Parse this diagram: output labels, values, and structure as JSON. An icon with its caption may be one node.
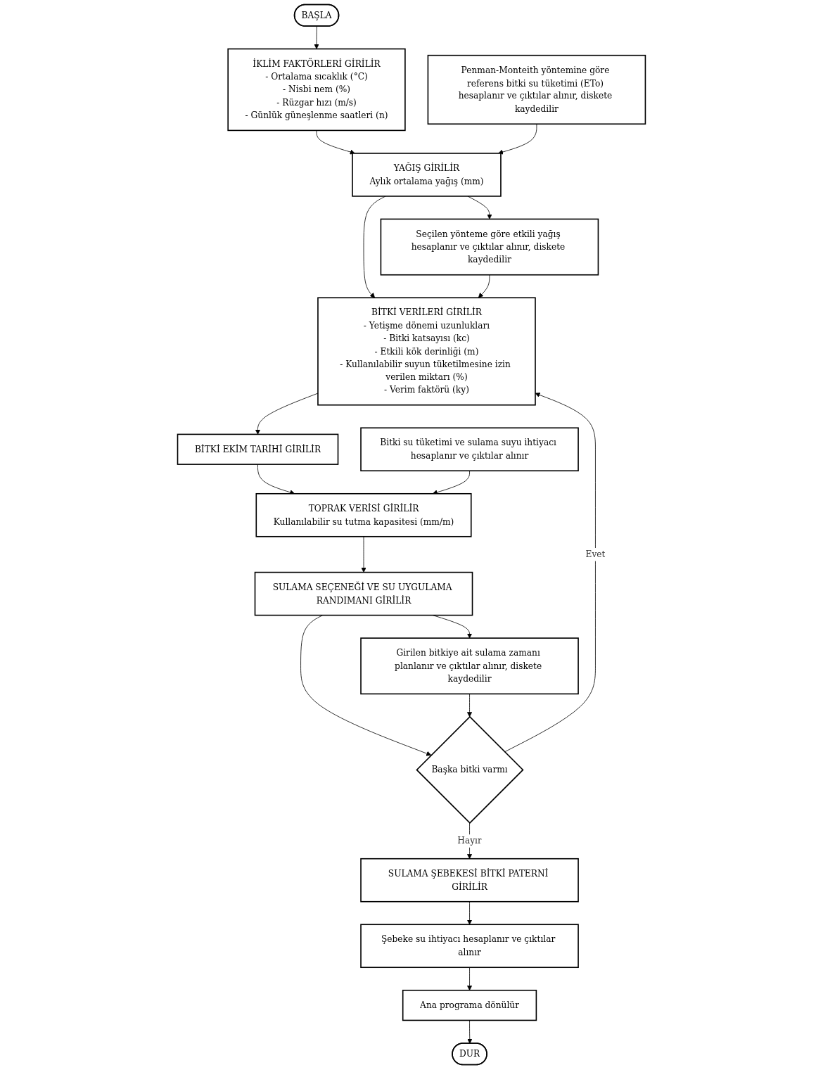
{
  "diagram": {
    "nodes": [
      {
        "text": [
          "BAŞLA"
        ]
      },
      {
        "text": [
          "İKLİM FAKTÖRLERİ GİRİLİR",
          "- Ortalama sıcaklık (°C)",
          "- Nisbi nem (%)",
          "- Rüzgar hızı (m/s)",
          "- Günlük güneşlenme saatleri (n)"
        ]
      },
      {
        "text": [
          "Penman-Monteith yöntemine göre referens bitki su tüketimi (ETo) hesaplanır ve çıktılar alınır, diskete kaydedilir"
        ]
      },
      {
        "text": [
          "YAĞIŞ GİRİLİR",
          "Aylık ortalama yağış (mm)"
        ]
      },
      {
        "text": [
          "Seçilen yönteme göre etkili yağış hesaplanır ve çıktılar alınır, diskete kaydedilir"
        ]
      },
      {
        "text": [
          "BİTKİ VERİLERİ GİRİLİR",
          "- Yetişme dönemi uzunlukları",
          "- Bitki katsayısı (kc)",
          "- Etkili kök derinliği (m)",
          "- Kullanılabilir suyun tüketilmesine izin verilen miktarı (%)",
          "- Verim faktörü (ky)"
        ]
      },
      {
        "text": [
          "BİTKİ EKİM TARİHİ GİRİLİR"
        ]
      },
      {
        "text": [
          "Bitki su tüketimi ve sulama suyu ihtiyacı hesaplanır ve çıktılar alınır"
        ]
      },
      {
        "text": [
          "TOPRAK VERİSİ GİRİLİR",
          "Kullanılabilir su tutma kapasitesi (mm/m)"
        ]
      },
      {
        "text": [
          "SULAMA SEÇENEĞİ VE SU UYGULAMA RANDIMANI GİRİLİR"
        ]
      },
      {
        "text": [
          "Girilen bitkiye ait sulama zamanı planlanır ve çıktılar alınır, diskete kaydedilir"
        ]
      },
      {
        "text": [
          "Başka bitki varmı"
        ]
      },
      {
        "text": [
          "SULAMA ŞEBEKESİ BİTKİ PATERNİ GİRİLİR"
        ]
      },
      {
        "text": [
          "Şebeke su ihtiyacı hesaplanır ve çıktılar alınır"
        ]
      },
      {
        "text": [
          "Ana programa dönülür"
        ]
      },
      {
        "text": [
          "DUR"
        ]
      }
    ],
    "edges": [
      {
        "from": 0,
        "to": 1,
        "arrow": "to"
      },
      {
        "from": 1,
        "to": 3,
        "arrow": "to"
      },
      {
        "from": 2,
        "to": 3,
        "arrow": "to"
      },
      {
        "from": 3,
        "to": 4,
        "arrow": "to"
      },
      {
        "from": 3,
        "to": 5,
        "arrow": "to"
      },
      {
        "from": 4,
        "to": 5,
        "arrow": "to"
      },
      {
        "from": 11,
        "to": 5,
        "label": "Evet",
        "arrow": "to"
      },
      {
        "from": 5,
        "to": 6,
        "arrow": "to"
      },
      {
        "from": 6,
        "to": 8,
        "arrow": "to"
      },
      {
        "from": 7,
        "to": 8,
        "arrow": "to"
      },
      {
        "from": 8,
        "to": 9,
        "arrow": "to"
      },
      {
        "from": 9,
        "to": 10,
        "arrow": "to"
      },
      {
        "from": 9,
        "to": 11,
        "arrow": "to"
      },
      {
        "from": 10,
        "to": 11,
        "arrow": "to"
      },
      {
        "from": 11,
        "to": 12,
        "label": "Hayır",
        "arrow": "to"
      },
      {
        "from": 12,
        "to": 13,
        "arrow": "to"
      },
      {
        "from": 13,
        "to": 14,
        "arrow": "to"
      },
      {
        "from": 14,
        "to": 15,
        "arrow": "to"
      }
    ]
  }
}
